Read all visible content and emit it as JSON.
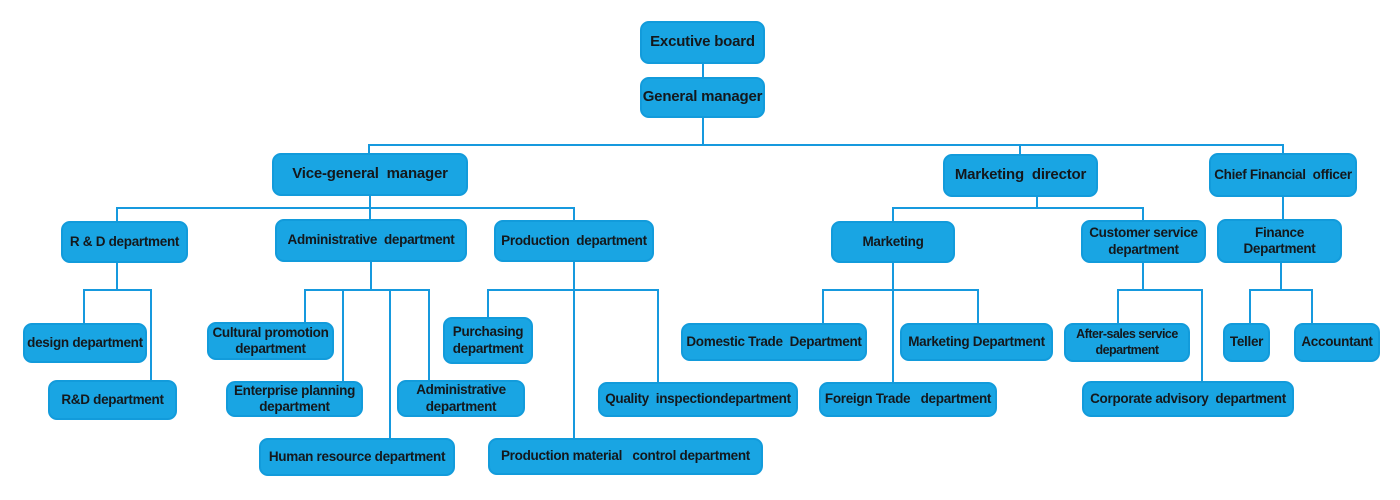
{
  "diagram": {
    "type": "organization-chart",
    "colors": {
      "box_fill": "#19a5e3",
      "box_border": "#129bdb",
      "connector_line": "#1699de",
      "text": "#14181c",
      "background": "#ffffff"
    },
    "nodes": {
      "executive_board": {
        "label": "Excutive board"
      },
      "general_manager": {
        "label": "General manager"
      },
      "vice_general_manager": {
        "label": "Vice-general  manager"
      },
      "marketing_director": {
        "label": "Marketing  director"
      },
      "chief_financial_officer": {
        "label": "Chief Financial  officer"
      },
      "r_and_d_department": {
        "label": "R & D department"
      },
      "administrative_department": {
        "label": "Administrative  department"
      },
      "production_department": {
        "label": "Production  department"
      },
      "marketing": {
        "label": "Marketing"
      },
      "customer_service_department": {
        "label": "Customer service\ndepartment"
      },
      "finance_department": {
        "label": "Finance\nDepartment"
      },
      "design_department": {
        "label": "design department"
      },
      "rd_department": {
        "label": "R&D department"
      },
      "cultural_promotion_department": {
        "label": "Cultural promotion\ndepartment"
      },
      "enterprise_planning_department": {
        "label": "Enterprise planning\ndepartment"
      },
      "administrative_department_sub": {
        "label": "Administrative\ndepartment"
      },
      "human_resource_department": {
        "label": "Human resource department"
      },
      "purchasing_department": {
        "label": "Purchasing\ndepartment"
      },
      "quality_inspection_department": {
        "label": "Quality  inspectiondepartment"
      },
      "production_material_control_department": {
        "label": "Production material   control department"
      },
      "domestic_trade_department": {
        "label": "Domestic Trade  Department"
      },
      "marketing_department": {
        "label": "Marketing Department"
      },
      "foreign_trade_department": {
        "label": "Foreign Trade   department"
      },
      "after_sales_service_department": {
        "label": "After-sales service\ndepartment"
      },
      "corporate_advisory_department": {
        "label": "Corporate advisory  department"
      },
      "teller": {
        "label": "Teller"
      },
      "accountant": {
        "label": "Accountant"
      }
    }
  }
}
